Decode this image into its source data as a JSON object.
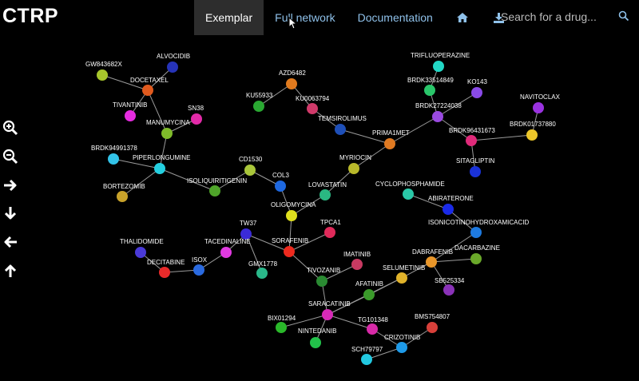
{
  "app": {
    "title": "CTRP"
  },
  "nav": {
    "tabs": [
      {
        "label": "Exemplar",
        "active": true
      },
      {
        "label": "Full network",
        "active": false
      },
      {
        "label": "Documentation",
        "active": false
      }
    ],
    "home_icon": "home-icon",
    "download_icon": "download-icon"
  },
  "search": {
    "placeholder": "Search for a drug...",
    "value": ""
  },
  "controls": [
    "zoom-in-icon",
    "zoom-out-icon",
    "arrow-right-icon",
    "arrow-down-icon",
    "arrow-left-icon",
    "arrow-up-icon"
  ],
  "network": {
    "nodes": [
      {
        "id": "GW843682X",
        "color": "#a7c62c"
      },
      {
        "id": "ALVOCIDIB",
        "color": "#2633b8"
      },
      {
        "id": "DOCETAXEL",
        "color": "#e05a1e"
      },
      {
        "id": "TIVANTINIB",
        "color": "#e62ce0"
      },
      {
        "id": "SN38",
        "color": "#e22aa8"
      },
      {
        "id": "MANUMYCINA",
        "color": "#7fbb2a"
      },
      {
        "id": "BRDK94991378",
        "color": "#32c3e8"
      },
      {
        "id": "PIPERLONGUMINE",
        "color": "#24cfe0"
      },
      {
        "id": "BORTEZOMIB",
        "color": "#c8a22a"
      },
      {
        "id": "ISOLIQUIRITIGENIN",
        "color": "#4fa52a"
      },
      {
        "id": "CD1530",
        "color": "#a9c63a"
      },
      {
        "id": "COL3",
        "color": "#1e68e0"
      },
      {
        "id": "AZD6482",
        "color": "#e07a1e"
      },
      {
        "id": "KU55933",
        "color": "#2aa832"
      },
      {
        "id": "KU0063794",
        "color": "#d03a6a"
      },
      {
        "id": "TEMSIROLIMUS",
        "color": "#1e4fb8"
      },
      {
        "id": "TRIFLUOPERAZINE",
        "color": "#22d8c6"
      },
      {
        "id": "BRDK33514849",
        "color": "#2ac66a"
      },
      {
        "id": "KO143",
        "color": "#8a4ae8"
      },
      {
        "id": "BRDK27224038",
        "color": "#9a4ae0"
      },
      {
        "id": "NAVITOCLAX",
        "color": "#9a32e0"
      },
      {
        "id": "BRDK96431673",
        "color": "#e02a7a"
      },
      {
        "id": "BRDK01737880",
        "color": "#ecc62a"
      },
      {
        "id": "SITAGLIPTIN",
        "color": "#1a32d8"
      },
      {
        "id": "PRIMA1MET",
        "color": "#e07a22"
      },
      {
        "id": "MYRIOCIN",
        "color": "#b8b82a"
      },
      {
        "id": "LOVASTATIN",
        "color": "#2ab882"
      },
      {
        "id": "OLIGOMYCINA",
        "color": "#e0e01e"
      },
      {
        "id": "CYCLOPHOSPHAMIDE",
        "color": "#2ac8a8"
      },
      {
        "id": "ABIRATERONE",
        "color": "#1a2ae8"
      },
      {
        "id": "ISONICOTINOHYDROXAMICACID",
        "color": "#1e7ae0"
      },
      {
        "id": "TPCA1",
        "color": "#e02a5a"
      },
      {
        "id": "TW37",
        "color": "#3a2ad8"
      },
      {
        "id": "SORAFENIB",
        "color": "#ee2a1e"
      },
      {
        "id": "THALIDOMIDE",
        "color": "#4a3ad8"
      },
      {
        "id": "TACEDINALINE",
        "color": "#e03ae0"
      },
      {
        "id": "GMX1778",
        "color": "#2ab88a"
      },
      {
        "id": "DECITABINE",
        "color": "#e82a2a"
      },
      {
        "id": "ISOX",
        "color": "#2a6ae0"
      },
      {
        "id": "IMATINIB",
        "color": "#c83a62"
      },
      {
        "id": "TIVOZANIB",
        "color": "#2a8a32"
      },
      {
        "id": "DABRAFENIB",
        "color": "#e8962a"
      },
      {
        "id": "DACARBAZINE",
        "color": "#6aa82a"
      },
      {
        "id": "SELUMETINIB",
        "color": "#e0b22a"
      },
      {
        "id": "SB525334",
        "color": "#8a32b8"
      },
      {
        "id": "AFATINIB",
        "color": "#3a9a2a"
      },
      {
        "id": "SARACATINIB",
        "color": "#d82ab8"
      },
      {
        "id": "BIX01294",
        "color": "#2ab82a"
      },
      {
        "id": "TG101348",
        "color": "#d82aa8"
      },
      {
        "id": "BMS754807",
        "color": "#d8403a"
      },
      {
        "id": "NINTEDANIB",
        "color": "#22c24a"
      },
      {
        "id": "CRIZOTINIB",
        "color": "#1e9ae8"
      },
      {
        "id": "SCH79797",
        "color": "#22c8e0"
      }
    ],
    "edges": [
      [
        "GW843682X",
        "DOCETAXEL"
      ],
      [
        "ALVOCIDIB",
        "DOCETAXEL"
      ],
      [
        "DOCETAXEL",
        "TIVANTINIB"
      ],
      [
        "DOCETAXEL",
        "MANUMYCINA"
      ],
      [
        "SN38",
        "MANUMYCINA"
      ],
      [
        "MANUMYCINA",
        "PIPERLONGUMINE"
      ],
      [
        "BRDK94991378",
        "PIPERLONGUMINE"
      ],
      [
        "PIPERLONGUMINE",
        "BORTEZOMIB"
      ],
      [
        "PIPERLONGUMINE",
        "ISOLIQUIRITIGENIN"
      ],
      [
        "ISOLIQUIRITIGENIN",
        "CD1530"
      ],
      [
        "CD1530",
        "COL3"
      ],
      [
        "COL3",
        "OLIGOMYCINA"
      ],
      [
        "AZD6482",
        "KU55933"
      ],
      [
        "AZD6482",
        "KU0063794"
      ],
      [
        "KU0063794",
        "TEMSIROLIMUS"
      ],
      [
        "TEMSIROLIMUS",
        "PRIMA1MET"
      ],
      [
        "TRIFLUOPERAZINE",
        "BRDK33514849"
      ],
      [
        "BRDK33514849",
        "BRDK27224038"
      ],
      [
        "KO143",
        "BRDK27224038"
      ],
      [
        "BRDK27224038",
        "PRIMA1MET"
      ],
      [
        "BRDK27224038",
        "BRDK96431673"
      ],
      [
        "NAVITOCLAX",
        "BRDK01737880"
      ],
      [
        "BRDK96431673",
        "BRDK01737880"
      ],
      [
        "BRDK96431673",
        "SITAGLIPTIN"
      ],
      [
        "PRIMA1MET",
        "MYRIOCIN"
      ],
      [
        "MYRIOCIN",
        "LOVASTATIN"
      ],
      [
        "LOVASTATIN",
        "OLIGOMYCINA"
      ],
      [
        "OLIGOMYCINA",
        "SORAFENIB"
      ],
      [
        "CYCLOPHOSPHAMIDE",
        "ABIRATERONE"
      ],
      [
        "ABIRATERONE",
        "ISONICOTINOHYDROXAMICACID"
      ],
      [
        "ISONICOTINOHYDROXAMICACID",
        "DABRAFENIB"
      ],
      [
        "TPCA1",
        "SORAFENIB"
      ],
      [
        "TW37",
        "SORAFENIB"
      ],
      [
        "TW37",
        "TACEDINALINE"
      ],
      [
        "TW37",
        "GMX1778"
      ],
      [
        "SORAFENIB",
        "TIVOZANIB"
      ],
      [
        "THALIDOMIDE",
        "DECITABINE"
      ],
      [
        "DECITABINE",
        "ISOX"
      ],
      [
        "ISOX",
        "TACEDINALINE"
      ],
      [
        "IMATINIB",
        "TIVOZANIB"
      ],
      [
        "TIVOZANIB",
        "SARACATINIB"
      ],
      [
        "DABRAFENIB",
        "DACARBAZINE"
      ],
      [
        "DABRAFENIB",
        "SELUMETINIB"
      ],
      [
        "DABRAFENIB",
        "SB525334"
      ],
      [
        "SELUMETINIB",
        "AFATINIB"
      ],
      [
        "AFATINIB",
        "SARACATINIB"
      ],
      [
        "SELUMETINIB",
        "SARACATINIB"
      ],
      [
        "SARACATINIB",
        "BIX01294"
      ],
      [
        "SARACATINIB",
        "TG101348"
      ],
      [
        "SARACATINIB",
        "NINTEDANIB"
      ],
      [
        "TG101348",
        "CRIZOTINIB"
      ],
      [
        "BMS754807",
        "CRIZOTINIB"
      ],
      [
        "CRIZOTINIB",
        "SCH79797"
      ]
    ]
  }
}
